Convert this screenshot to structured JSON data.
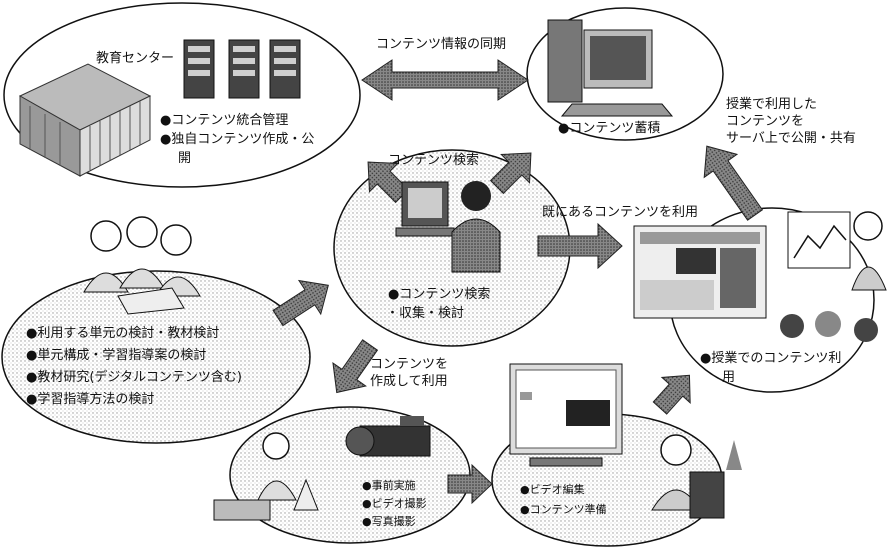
{
  "edu_center": {
    "title": "教育センター",
    "items": [
      "●コンテンツ統合管理",
      "●独自コンテンツ作成・公",
      "開"
    ]
  },
  "server": {
    "label": "●コンテンツ蓄積"
  },
  "sync_label": "コンテンツ情報の同期",
  "search_label": "コンテンツ検索",
  "share_label": [
    "授業で利用した",
    "コンテンツを",
    "サーバ上で公開・共有"
  ],
  "use_label": "既にあるコンテンツを利用",
  "create_label": [
    "コンテンツを",
    "作成して利用"
  ],
  "center_node": {
    "items": [
      "●コンテンツ検索",
      "・収集・検討"
    ]
  },
  "teachers_node": {
    "items": [
      "●利用する単元の検討・教材検討",
      "●単元構成・学習指導案の検討",
      "●教材研究(デジタルコンテンツ含む)",
      "●学習指導方法の検討"
    ]
  },
  "class_node": {
    "items": [
      "●授業でのコンテンツ利",
      "用"
    ]
  },
  "filming_node": {
    "items": [
      "●事前実施",
      "●ビデオ撮影",
      "●写真撮影"
    ]
  },
  "editing_node": {
    "items": [
      "●ビデオ編集",
      "●コンテンツ準備"
    ]
  }
}
